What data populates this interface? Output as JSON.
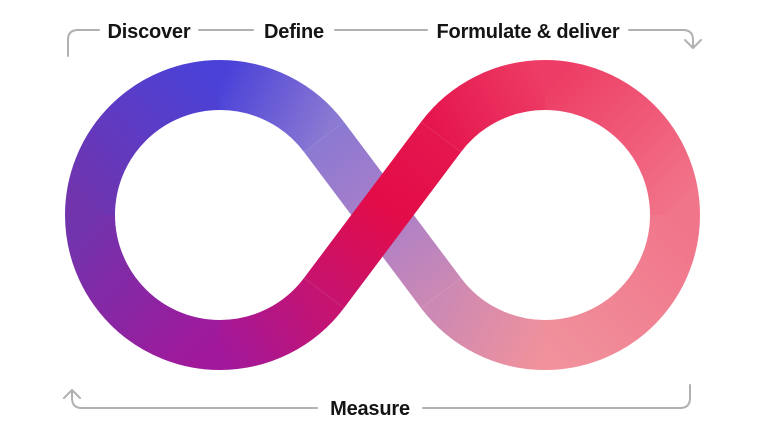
{
  "header_flow": {
    "steps": [
      {
        "label": "Discover"
      },
      {
        "label": "Define"
      },
      {
        "label": "Formulate & deliver"
      }
    ],
    "end_icon": "arrow-down-icon",
    "connector_color": "#b1b1b1"
  },
  "footer_flow": {
    "steps": [
      {
        "label": "Measure"
      }
    ],
    "end_icon": "arrow-up-icon",
    "connector_color": "#b1b1b1"
  },
  "infinity_loop": {
    "text_color": "#141414",
    "background": "#ffffff",
    "gradient_colors": {
      "left_loop_top_blue": "#4a42d8",
      "left_loop_left_purple": "#7134ad",
      "left_loop_bottom_magenta": "#a2189a",
      "left_junction_red_magenta": "#c6136f",
      "crossing_strand_red": "#e30c48",
      "right_loop_top_left_crimson": "#e5164e",
      "right_loop_top_pinkred": "#ed3c65",
      "right_loop_right_pink": "#f1758a",
      "right_loop_bottom_light_pink": "#f0919c",
      "right_junction_mauve": "#cb89b4",
      "under_strand_mid_lavender": "#ab7fc9",
      "under_strand_top_periwinkle": "#8b79d2"
    }
  }
}
